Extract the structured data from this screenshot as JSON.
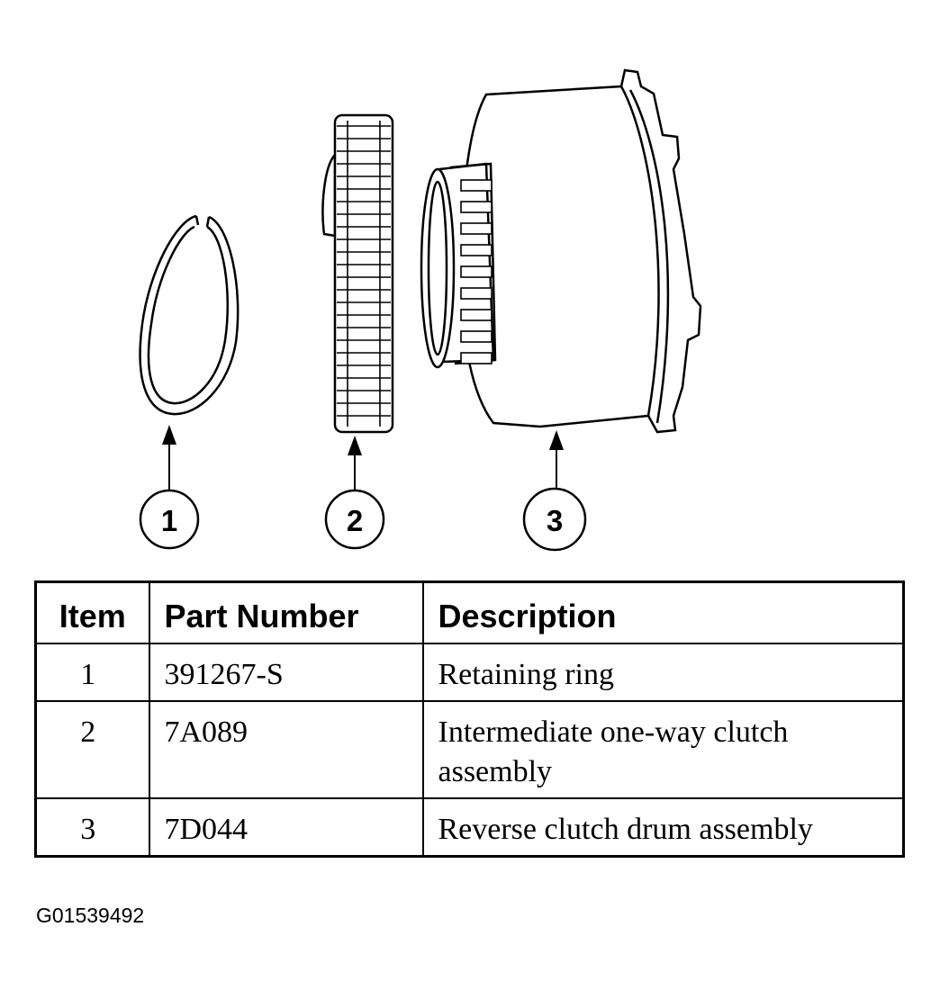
{
  "callouts": [
    {
      "number": "1",
      "part": "Retaining ring"
    },
    {
      "number": "2",
      "part": "Intermediate one-way clutch assembly"
    },
    {
      "number": "3",
      "part": "Reverse clutch drum assembly"
    }
  ],
  "table": {
    "headers": {
      "item": "Item",
      "part_number": "Part Number",
      "description": "Description"
    },
    "rows": [
      {
        "item": "1",
        "part_number": "391267-S",
        "description": "Retaining ring"
      },
      {
        "item": "2",
        "part_number": "7A089",
        "description": "Intermediate one-way clutch assembly"
      },
      {
        "item": "3",
        "part_number": "7D044",
        "description": "Reverse clutch drum assembly"
      }
    ]
  },
  "figure_id": "G01539492"
}
